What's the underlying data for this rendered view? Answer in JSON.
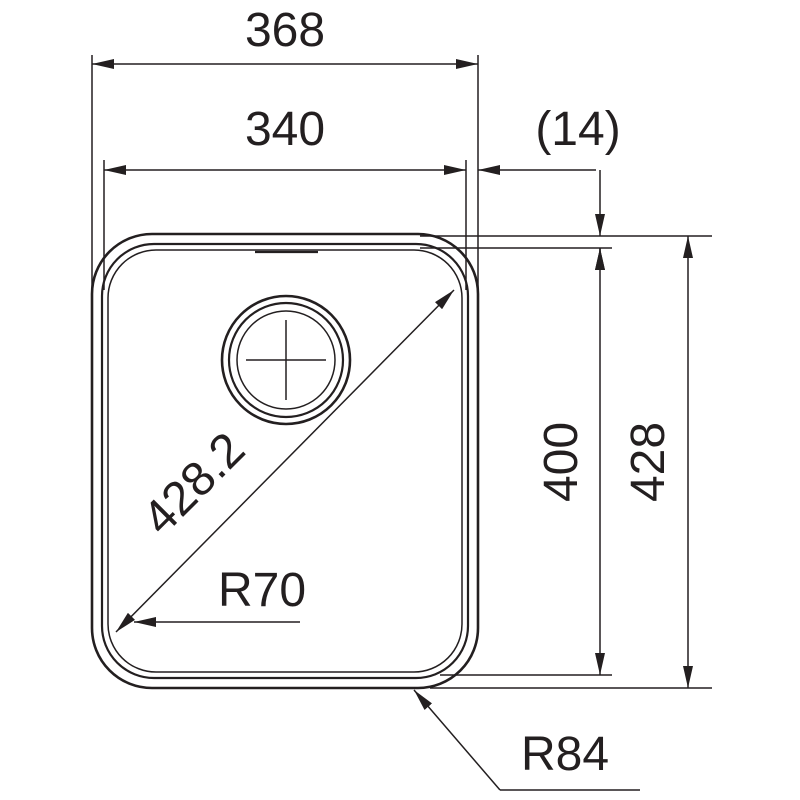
{
  "dimensions": {
    "overall_width": "368",
    "bowl_width": "340",
    "rim_offset": "(14)",
    "bowl_depth": "400",
    "overall_depth": "428",
    "diagonal": "428.2",
    "inner_radius": "R70",
    "outer_radius": "R84"
  },
  "colors": {
    "line": "#231f20",
    "background": "#ffffff"
  }
}
